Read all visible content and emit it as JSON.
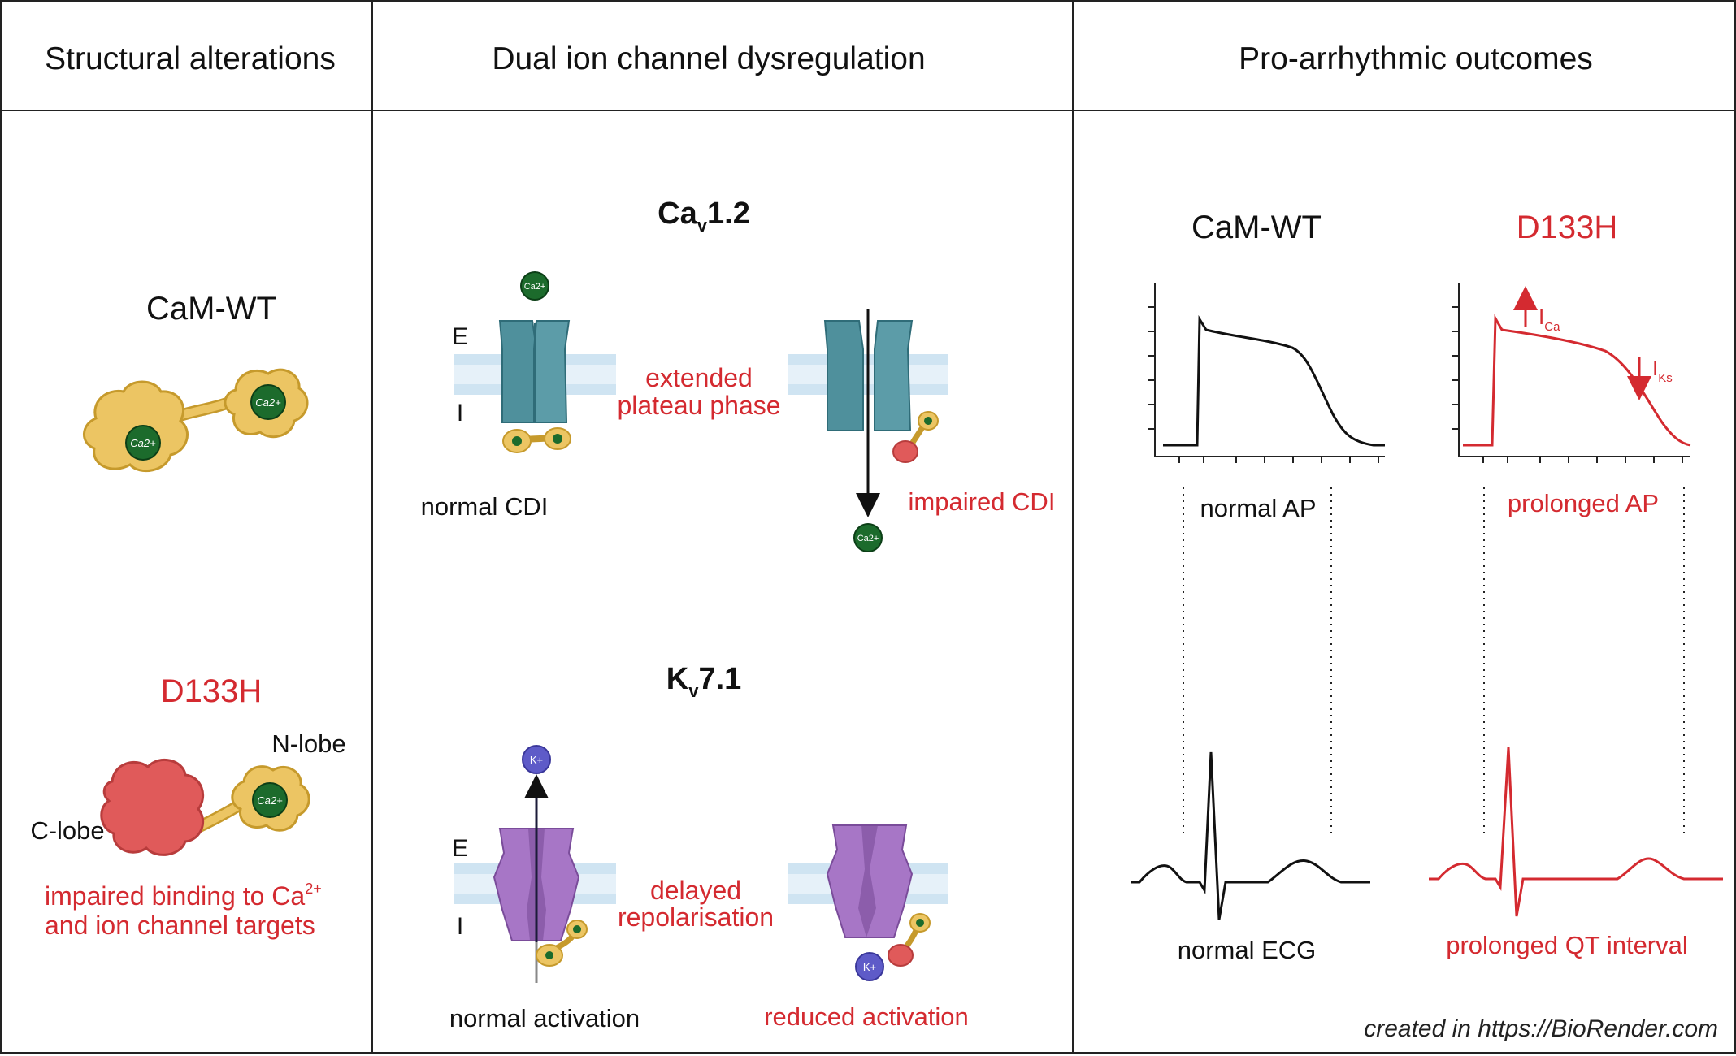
{
  "headers": {
    "col1": "Structural alterations",
    "col2": "Dual ion channel dysregulation",
    "col3": "Pro-arrhythmic outcomes"
  },
  "structural": {
    "wt_label": "CaM-WT",
    "mut_label": "D133H",
    "nlobe_label": "N-lobe",
    "clobe_label": "C-lobe",
    "ion_label": "Ca2+",
    "desc_line1": "impaired binding to Ca",
    "desc_sup": "2+",
    "desc_line2": "and ion channel targets"
  },
  "cav": {
    "title_main": "Ca",
    "title_sub": "v",
    "title_rest": "1.2",
    "e_label": "E",
    "i_label": "I",
    "ion_label": "Ca2+",
    "effect_line1": "extended",
    "effect_line2": "plateau phase",
    "normal_label": "normal CDI",
    "impaired_label": "impaired CDI"
  },
  "kv": {
    "title_main": "K",
    "title_sub": "v",
    "title_rest": "7.1",
    "e_label": "E",
    "i_label": "I",
    "ion_label": "K+",
    "effect_line1": "delayed",
    "effect_line2": "repolarisation",
    "normal_label": "normal activation",
    "reduced_label": "reduced activation"
  },
  "outcomes": {
    "wt_label": "CaM-WT",
    "mut_label": "D133H",
    "ica_main": "I",
    "ica_sub": "Ca",
    "iks_main": "I",
    "iks_sub": "Ks",
    "normal_ap": "normal AP",
    "prolonged_ap": "prolonged AP",
    "normal_ecg": "normal ECG",
    "prolonged_qt": "prolonged QT interval"
  },
  "credit": "created in https://BioRender.com",
  "colors": {
    "red": "#d42a30",
    "teal": "#4f909c",
    "teal_dark": "#2f6c78",
    "purple": "#a776c6",
    "purple_dark": "#7a4c9a",
    "cam_yellow": "#ecc563",
    "cam_red": "#e05a5a",
    "ca_green": "#1c6b2c",
    "k_blue": "#5e5bc8",
    "membrane": "#cfe4f2"
  }
}
